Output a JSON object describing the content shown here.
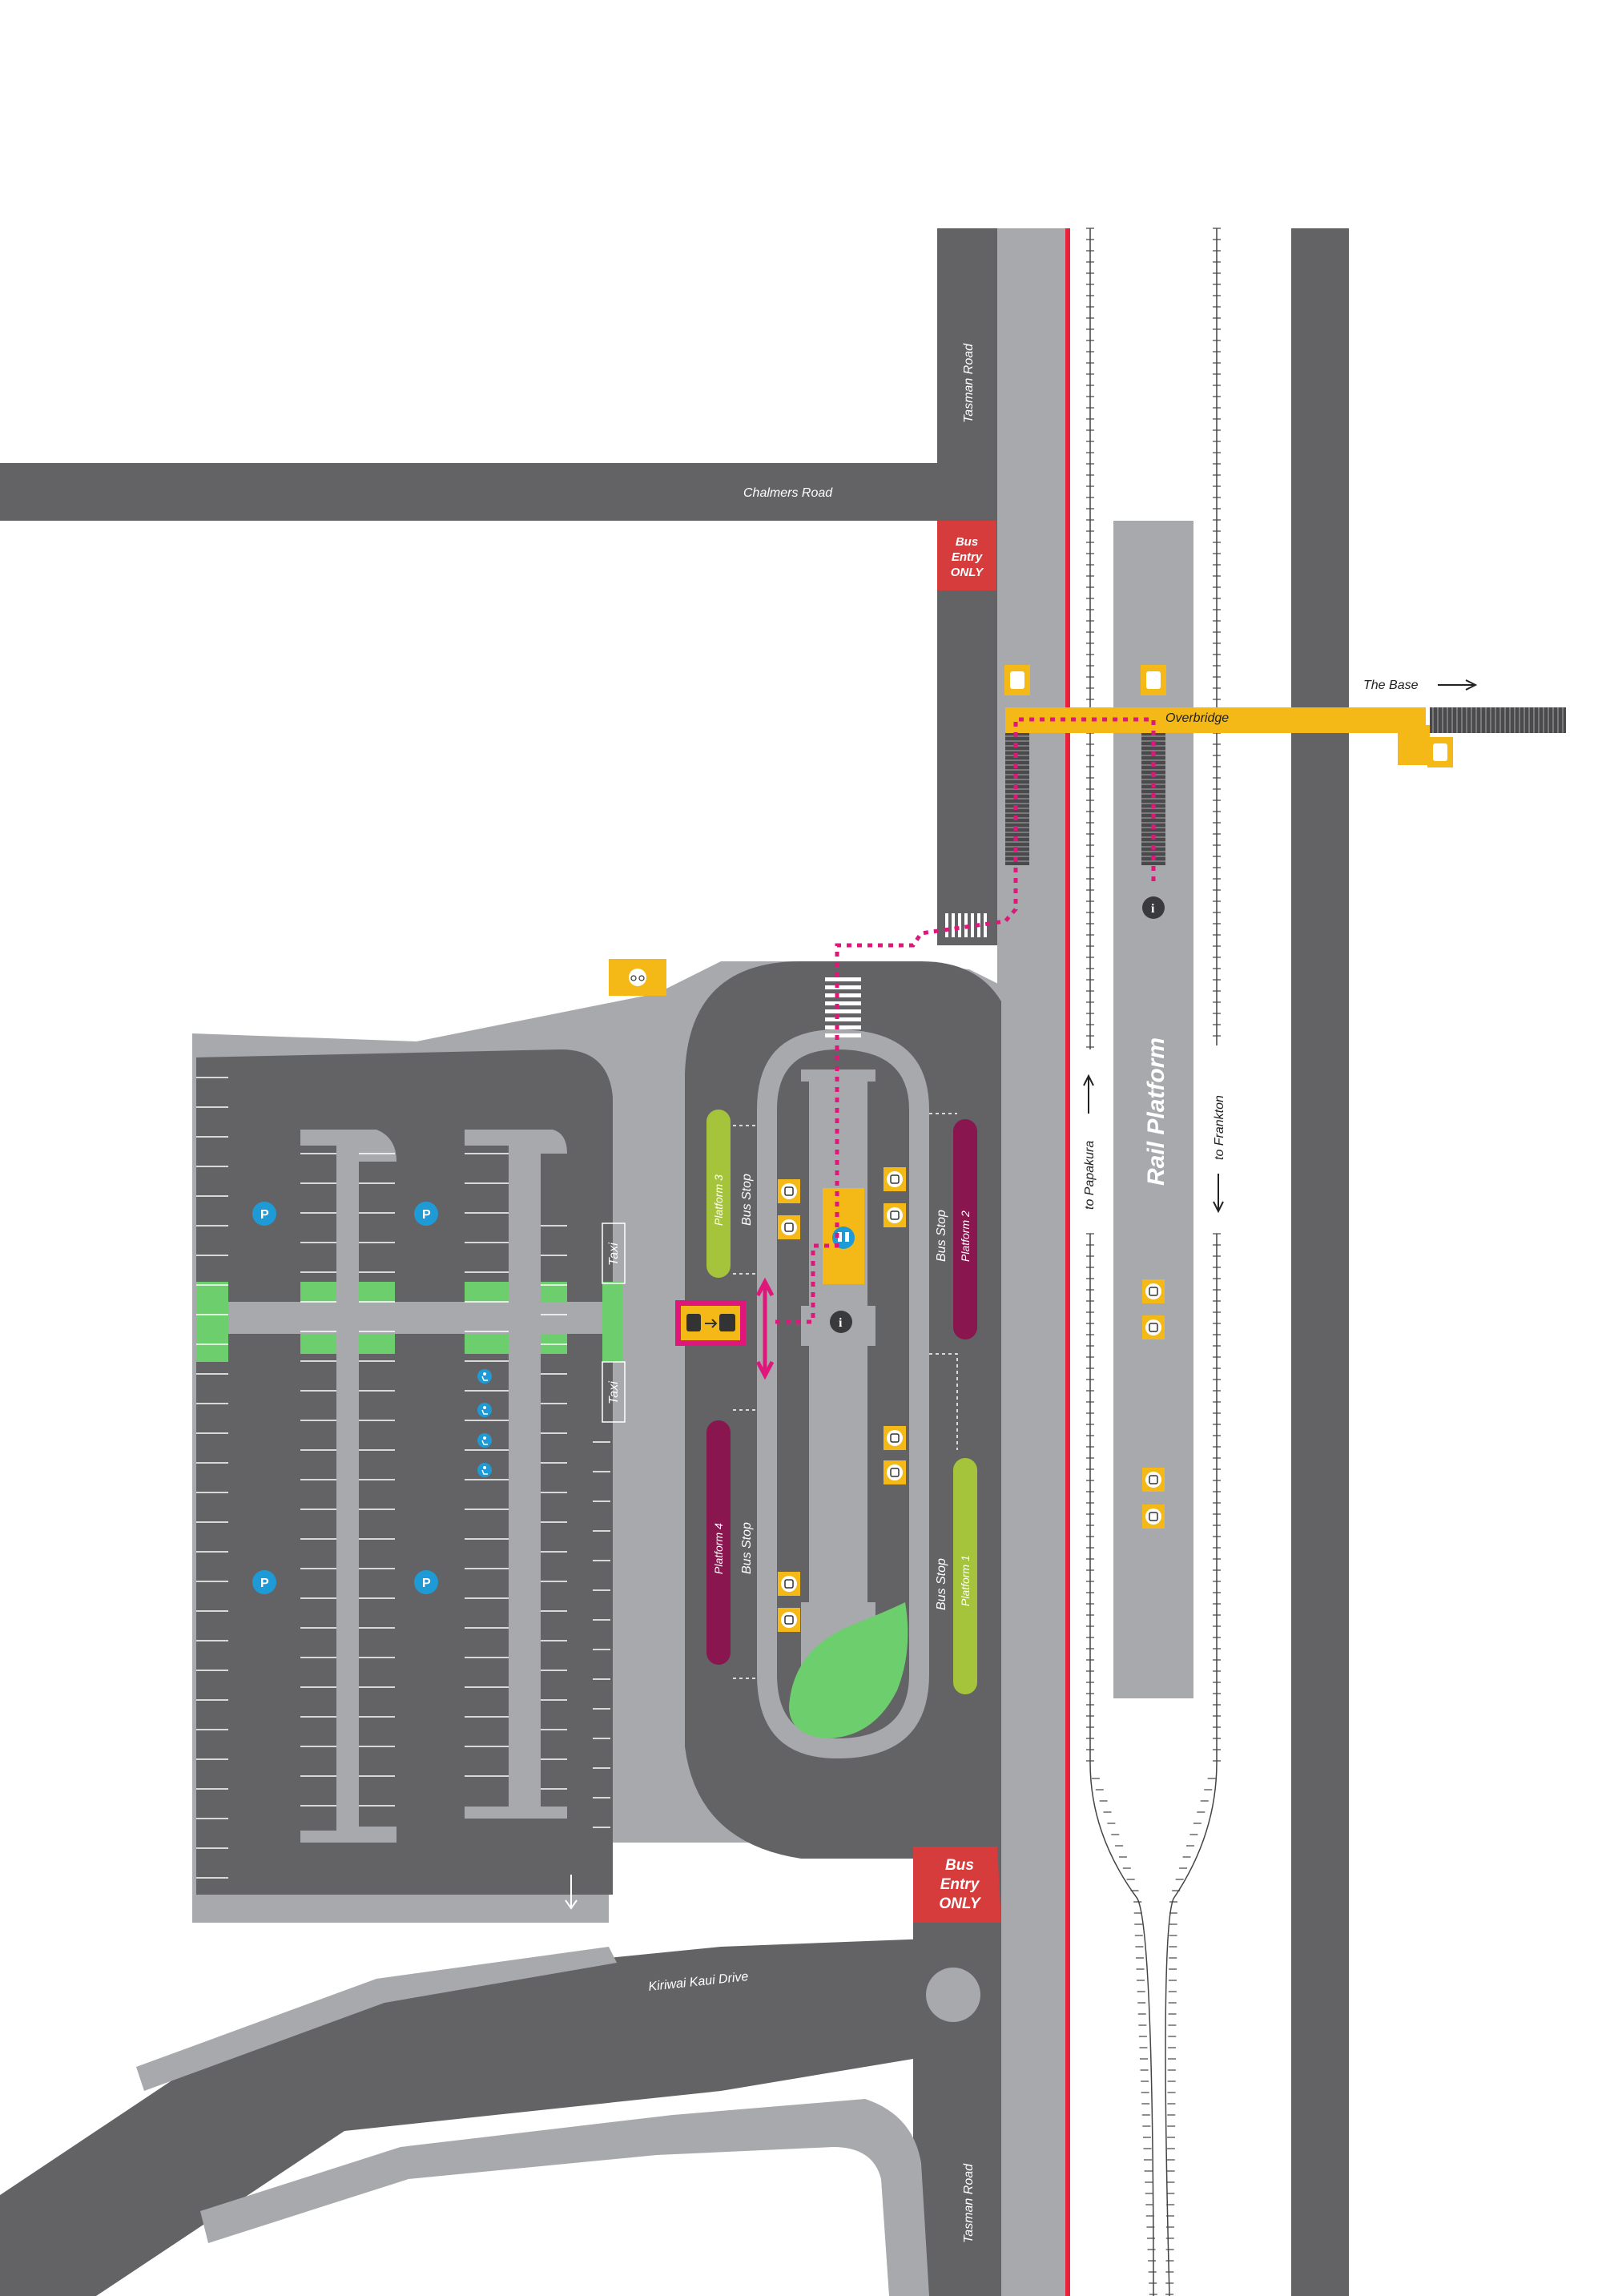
{
  "labels": {
    "tasman_road": "Tasman Road",
    "chalmers_road": "Chalmers Road",
    "kiriwai_kaui_drive": "Kiriwai Kaui Drive",
    "overbridge": "Overbridge",
    "the_base": "The Base",
    "rail_platform": "Rail Platform",
    "to_papakura": "to Papakura",
    "to_frankton": "to Frankton",
    "platform_1": "Platform 1",
    "platform_2": "Platform 2",
    "platform_3": "Platform 3",
    "platform_4": "Platform 4",
    "bus_stop": "Bus Stop",
    "taxi": "Taxi"
  },
  "signs": {
    "bus_entry_line1": "Bus",
    "bus_entry_line2": "Entry",
    "bus_entry_line3": "ONLY"
  },
  "colors": {
    "road": "#636366",
    "pavement": "#a7a9ac",
    "green": "#6cce6c",
    "lime": "#a6c43b",
    "maroon": "#8a1650",
    "yellow": "#f4b917",
    "red_sign": "#d63c3c",
    "magenta": "#e0177a",
    "info_dark": "#3a3a3d",
    "blue": "#1e9ad6",
    "rail_red": "#e8223a",
    "track": "#444444"
  },
  "icons": [
    "parking-icon",
    "accessible-parking-icon",
    "bus-stop-icon",
    "info-icon",
    "toilets-icon",
    "bicycle-parking-icon",
    "lift-icon",
    "rail-bus-transfer-icon",
    "pedestrian-route"
  ]
}
